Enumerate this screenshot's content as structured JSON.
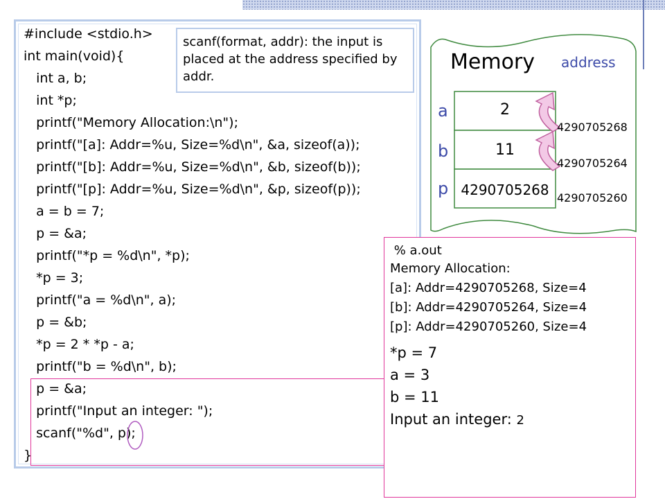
{
  "code_lines": [
    "#include <stdio.h>",
    "int main(void){",
    "   int a, b;",
    "   int *p;",
    "   printf(\"Memory Allocation:\\n\");",
    "   printf(\"[a]: Addr=%u, Size=%d\\n\", &a, sizeof(a));",
    "   printf(\"[b]: Addr=%u, Size=%d\\n\", &b, sizeof(b));",
    "   printf(\"[p]: Addr=%u, Size=%d\\n\", &p, sizeof(p));",
    "   a = b = 7;",
    "   p = &a;",
    "   printf(\"*p = %d\\n\", *p);",
    "   *p = 3;",
    "   printf(\"a = %d\\n\", a);",
    "   p = &b;",
    "   *p = 2 * *p - a;",
    "   printf(\"b = %d\\n\", b);",
    "   p = &a;",
    "   printf(\"Input an integer: \");",
    "   scanf(\"%d\", p);",
    "}"
  ],
  "callout": {
    "text": "scanf(format, addr): the input is placed at the address specified by addr."
  },
  "memory": {
    "title": "Memory",
    "address_label": "address",
    "cells": [
      {
        "var": "a",
        "value": "2",
        "address": "4290705268"
      },
      {
        "var": "b",
        "value": "11",
        "address": "4290705264"
      },
      {
        "var": "p",
        "value": "4290705268",
        "address": "4290705260"
      }
    ]
  },
  "terminal": {
    "lines": [
      " % a.out",
      "Memory Allocation:",
      "[a]: Addr=4290705268, Size=4",
      "[b]: Addr=4290705264, Size=4",
      "[p]: Addr=4290705260, Size=4"
    ],
    "big_lines": [
      "*p = 7",
      "a = 3",
      "b = 11"
    ],
    "input_prompt": "Input an integer: ",
    "input_value": "2"
  },
  "colors": {
    "panel_border": "#b8cbe9",
    "highlight": "#e0359a",
    "label_blue": "#3c4aa8",
    "arrow_fill": "#f3c9e6",
    "arrow_stroke": "#c0609f",
    "memory_border": "#3f8a3f"
  }
}
